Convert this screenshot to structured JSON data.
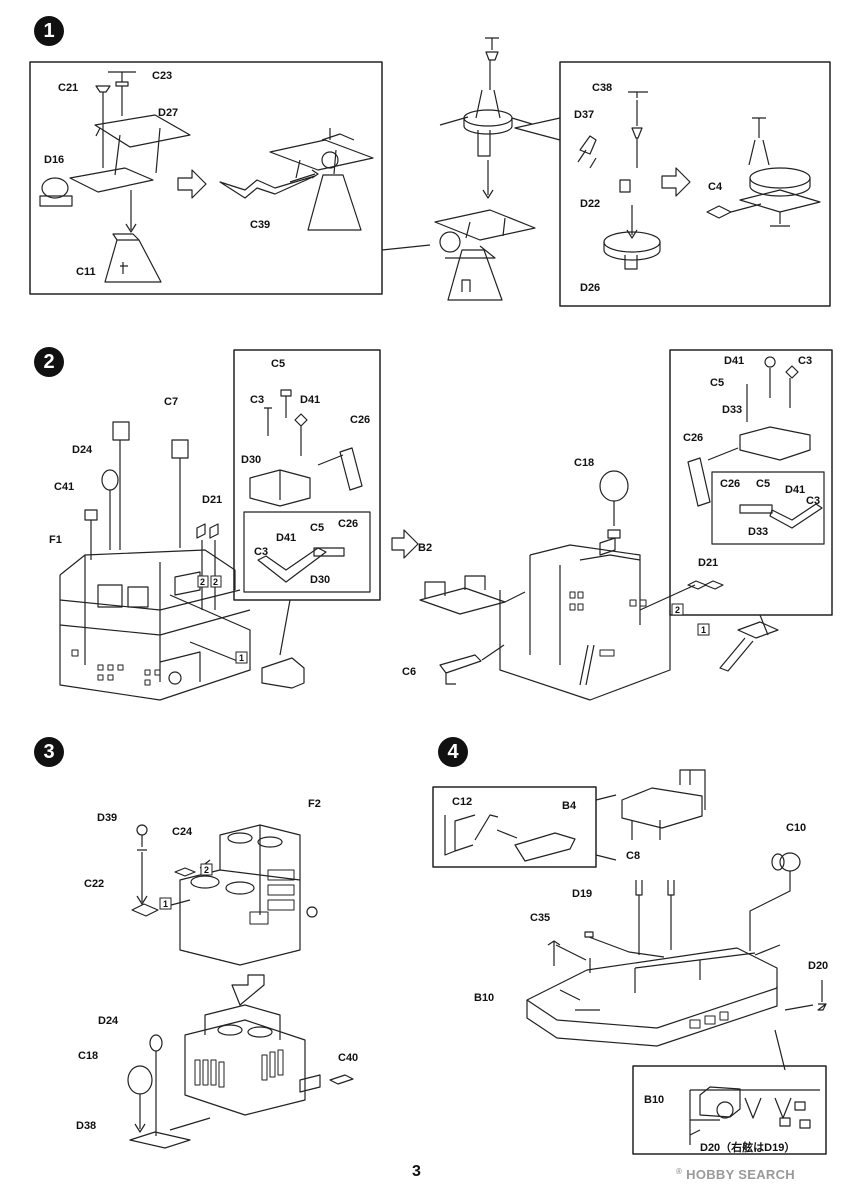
{
  "steps": [
    "1",
    "2",
    "3",
    "4"
  ],
  "labels": {
    "c21": "C21",
    "c23": "C23",
    "d27": "D27",
    "d16": "D16",
    "c39": "C39",
    "c11": "C11",
    "c38": "C38",
    "d37": "D37",
    "d22": "D22",
    "c4": "C4",
    "d26": "D26",
    "c7": "C7",
    "d24a": "D24",
    "c41": "C41",
    "f1": "F1",
    "d21a": "D21",
    "c5a": "C5",
    "c3a": "C3",
    "d41a": "D41",
    "c26a": "C26",
    "d30a": "D30",
    "c3b": "C3",
    "d41b": "D41",
    "c5b": "C5",
    "c26b": "C26",
    "d30b": "D30",
    "c18a": "C18",
    "b2": "B2",
    "c6": "C6",
    "d41c": "D41",
    "c3c": "C3",
    "c5c": "C5",
    "d33a": "D33",
    "c26c": "C26",
    "c26d": "C26",
    "c5d": "C5",
    "d41d": "D41",
    "c3d": "C3",
    "d33b": "D33",
    "d21b": "D21",
    "d39": "D39",
    "c24": "C24",
    "f2": "F2",
    "c22": "C22",
    "d24b": "D24",
    "c18b": "C18",
    "c40": "C40",
    "d38": "D38",
    "c12": "C12",
    "b4": "B4",
    "c10": "C10",
    "c8": "C8",
    "d19": "D19",
    "c35": "C35",
    "b10a": "B10",
    "d20a": "D20",
    "b10b": "B10",
    "d20b": "D20（右舷はD19）"
  },
  "markers": {
    "m1": "1",
    "m2": "2"
  },
  "page_number": "3",
  "watermark": {
    "brand": "HOBBY SEARCH",
    "reg": "®"
  }
}
